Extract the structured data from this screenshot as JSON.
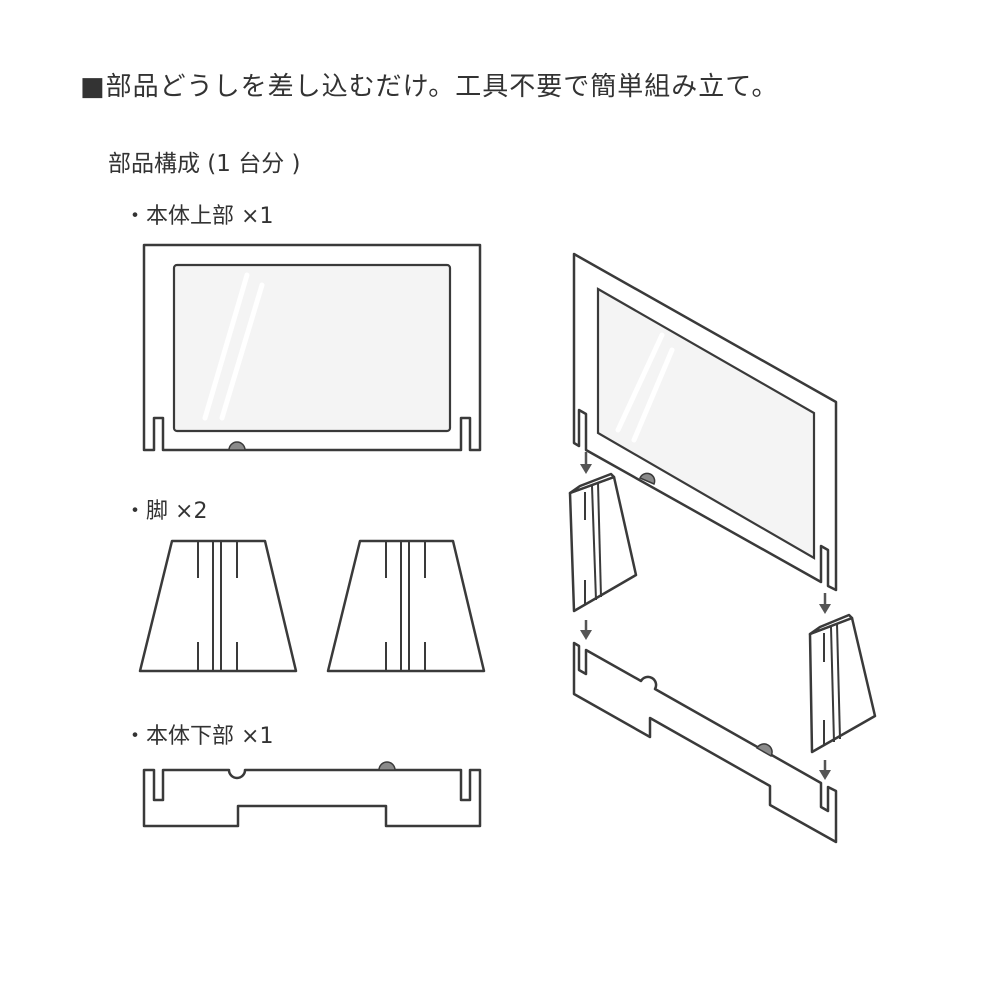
{
  "headline": {
    "square": "■",
    "text": "部品どうしを差し込むだけ。工具不要で簡単組み立て。"
  },
  "parts": {
    "title": "部品構成 (1 台分 )",
    "items": [
      {
        "bullet": "・",
        "label": "本体上部 ×1"
      },
      {
        "bullet": "・",
        "label": "脚 ×2"
      },
      {
        "bullet": "・",
        "label": "本体下部 ×1"
      }
    ]
  },
  "colors": {
    "line": "#3a3a3a",
    "glass": "#f4f4f4",
    "arrow": "#555555"
  }
}
